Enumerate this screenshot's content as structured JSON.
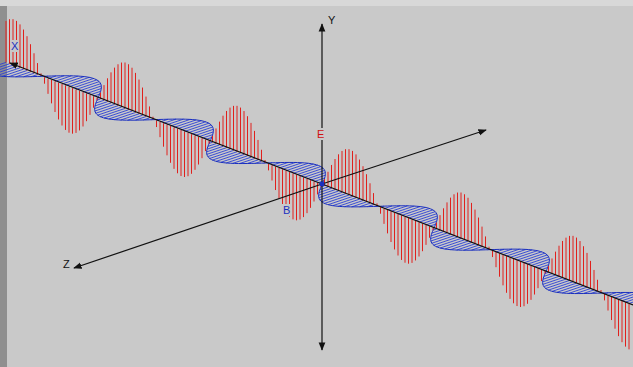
{
  "diagram": {
    "labels": [
      "Y",
      "E",
      "B",
      "Z",
      "X"
    ]
  }
}
